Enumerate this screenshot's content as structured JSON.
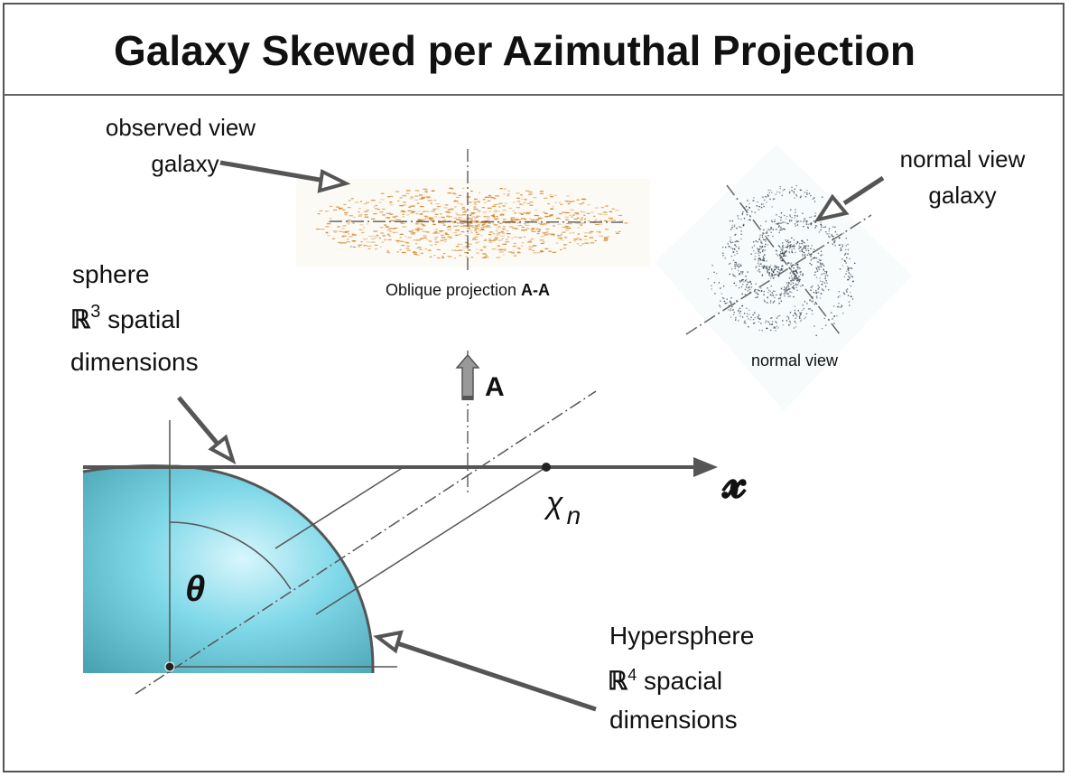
{
  "title": "Galaxy Skewed per Azimuthal Projection",
  "labels": {
    "observed_line1": "observed view",
    "observed_line2": "galaxy",
    "normal_line1": "normal view",
    "normal_line2": "galaxy",
    "oblique_caption": "Oblique projection ",
    "oblique_caption_bold": "A-A",
    "normal_caption": "normal view",
    "sphere_line1": "sphere",
    "sphere_symbol": "ℝ",
    "sphere_exp": "3",
    "sphere_line2_rest": " spatial",
    "sphere_line3": "dimensions",
    "view_arrow_label": "A",
    "axis_label": "𝔁",
    "xn_base": "χ",
    "xn_sub": "n",
    "theta": "θ",
    "hyper_line1": "Hypersphere",
    "hyper_symbol": "ℝ",
    "hyper_exp": "4",
    "hyper_line2_rest": " spacial",
    "hyper_line3": "dimensions"
  },
  "colors": {
    "line": "#555555",
    "sphere_light": "#bdeef8",
    "sphere_mid": "#6fd0e2",
    "sphere_dark": "#4aa9b8",
    "galaxy_oblique": "#d07a18",
    "galaxy_normal": "#2c3a4a"
  }
}
